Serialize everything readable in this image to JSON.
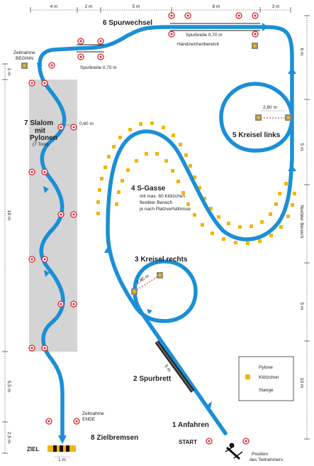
{
  "stations": {
    "s1": "1 Anfahren",
    "s2": "2 Spurbrett",
    "s3": "3 Kreisel rechts",
    "s4": "4 S-Gasse",
    "s4_note1": "mit max. 60 Klötzchen",
    "s4_note2": "flexibler Bereich",
    "s4_note3": "je nach Platzverhältnisse",
    "s5": "5 Kreisel links",
    "s6": "6 Spurwechsel",
    "s7a": "7 Slalom",
    "s7b": "mit",
    "s7c": "Pylonen",
    "s7_note": "(7 Tore)",
    "s8": "8 Zielbremsen"
  },
  "labels": {
    "start": "START",
    "ziel": "ZIEL",
    "zeitnahme_beginn_1": "Zeitnahme",
    "zeitnahme_beginn_2": "BEGINN",
    "zeitnahme_ende_1": "Zeitnahme",
    "zeitnahme_ende_2": "ENDE",
    "position_1": "Position",
    "position_2": "des Teilnehmers",
    "spurbreite_left": "Spurbreite 0,70 m",
    "spurbreite_right": "Spurbreite 0,70 m",
    "handzeichen": "Handzeichenbereich",
    "flexibler": "flexibler Bereich",
    "slalom_gap": "0,60 m",
    "kreisel_links_dia": "2,80 m",
    "kreisel_rechts_dia": "2,80 m",
    "spurbrett_len": "5 m",
    "ziel_width": "1 m"
  },
  "dimensions": {
    "top": [
      "4 m",
      "2 m",
      "5 m",
      "8 m",
      "3 m"
    ],
    "left": [
      "1 m",
      "18 m",
      "5,5 m",
      "2,5 m"
    ],
    "right": [
      "6 m",
      "5 m",
      "5 m",
      "10 m"
    ]
  },
  "legend": {
    "pylone": "Pylone",
    "kloetzchen": "Klötzchen",
    "stange": "Stange"
  },
  "colors": {
    "track": "#1b8fd6",
    "pylon": "#d8252b",
    "block": "#f2b600",
    "slalom_zone": "#d4d4d4"
  }
}
